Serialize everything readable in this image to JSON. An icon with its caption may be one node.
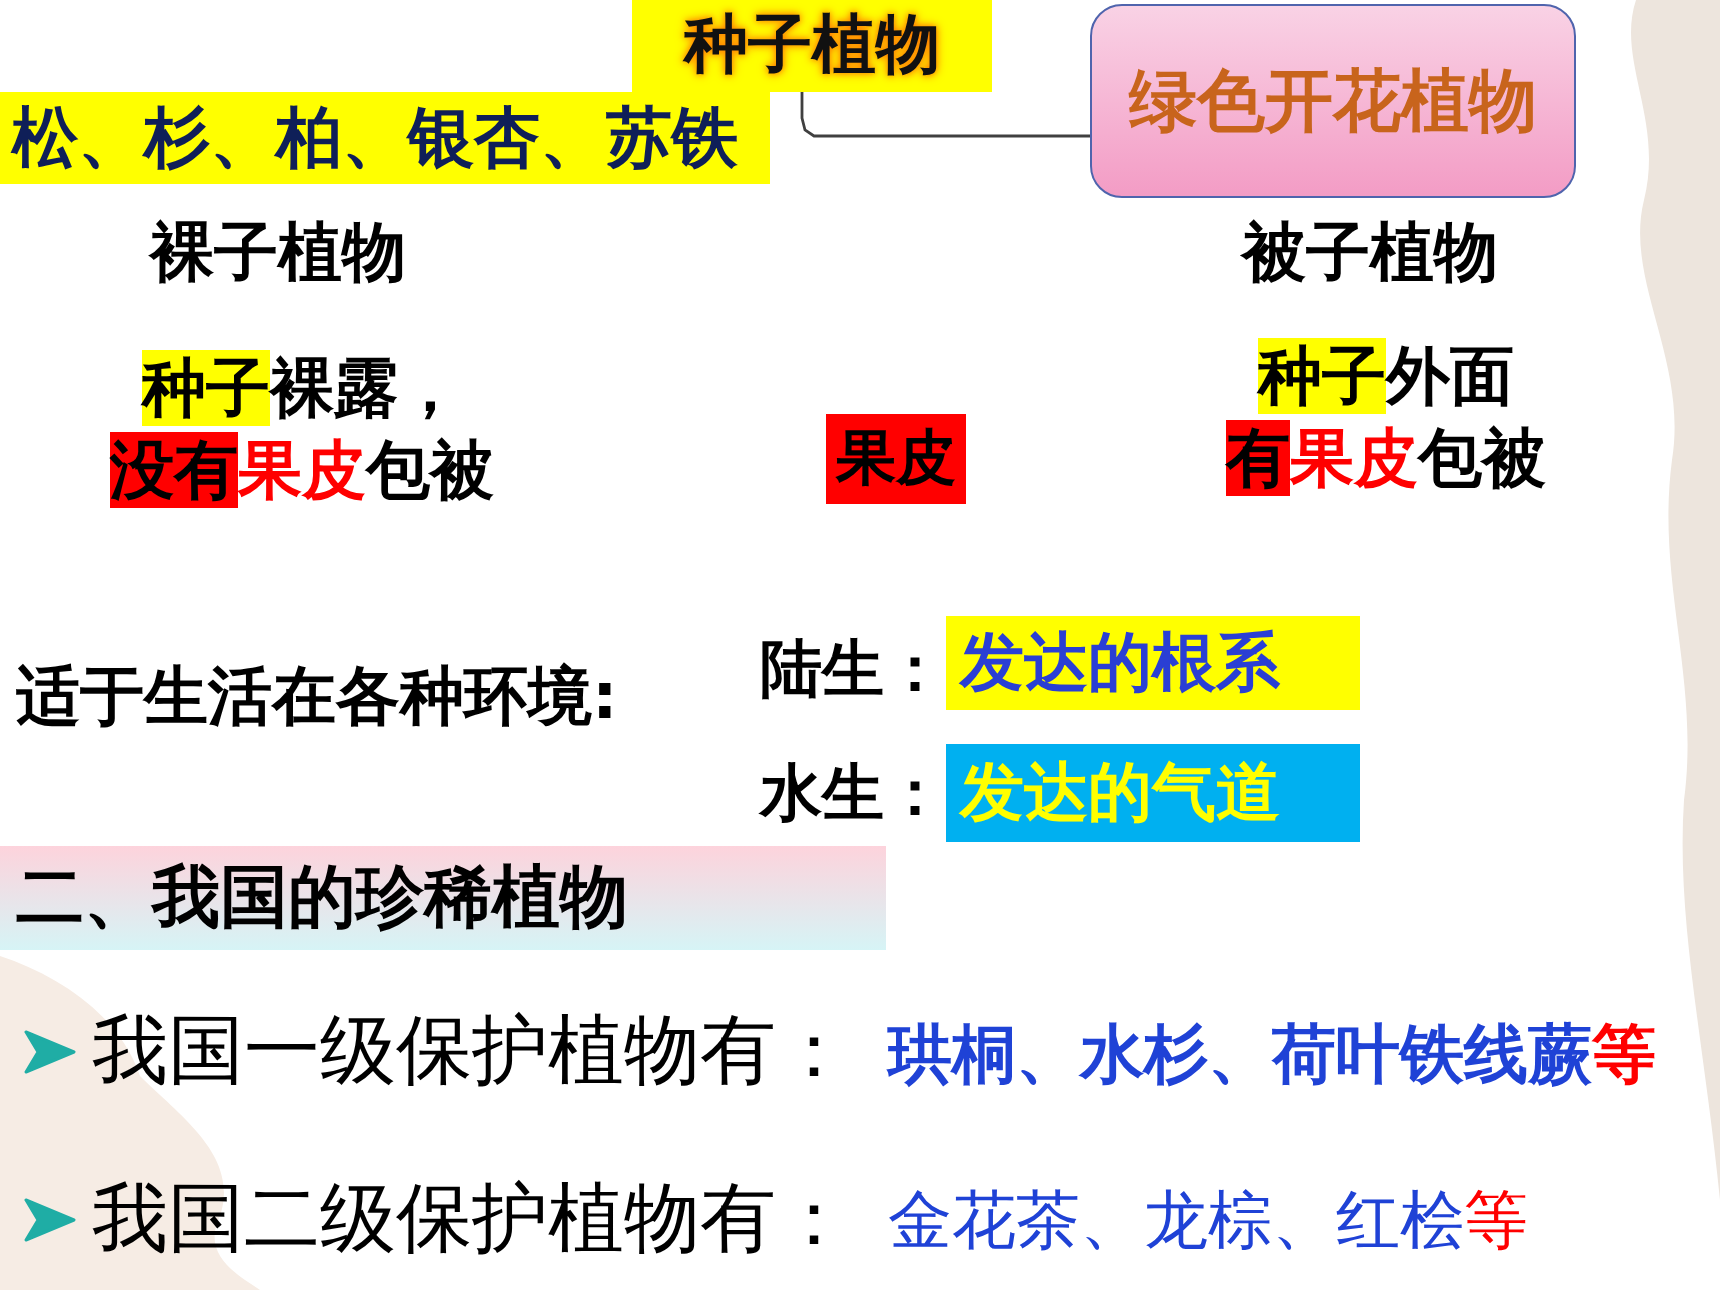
{
  "diagram": {
    "nodes": [
      {
        "text": [
          "种子植物"
        ]
      },
      {
        "text": [
          "绿色开花植物"
        ]
      },
      {
        "text": [
          "松、杉、柏、银杏、苏铁"
        ]
      },
      {
        "text": [
          "果皮"
        ]
      },
      {
        "text": [
          "发达的根系"
        ]
      },
      {
        "text": [
          "发达的气道"
        ]
      },
      {
        "text": [
          "二、我国的珍稀植物"
        ]
      }
    ],
    "edges": [
      {
        "from": 1,
        "to": 0,
        "arrow": "none"
      }
    ],
    "labels": [
      "裸子植物",
      "被子植物",
      "种子裸露，没有果皮包被",
      "种子外面有果皮包被",
      "适于生活在各种环境:",
      "陆生：",
      "水生：",
      "我国一级保护植物有：",
      "珙桐、水杉、荷叶铁线蕨等",
      "我国二级保护植物有：",
      "金花茶、龙棕、红桧等"
    ]
  }
}
